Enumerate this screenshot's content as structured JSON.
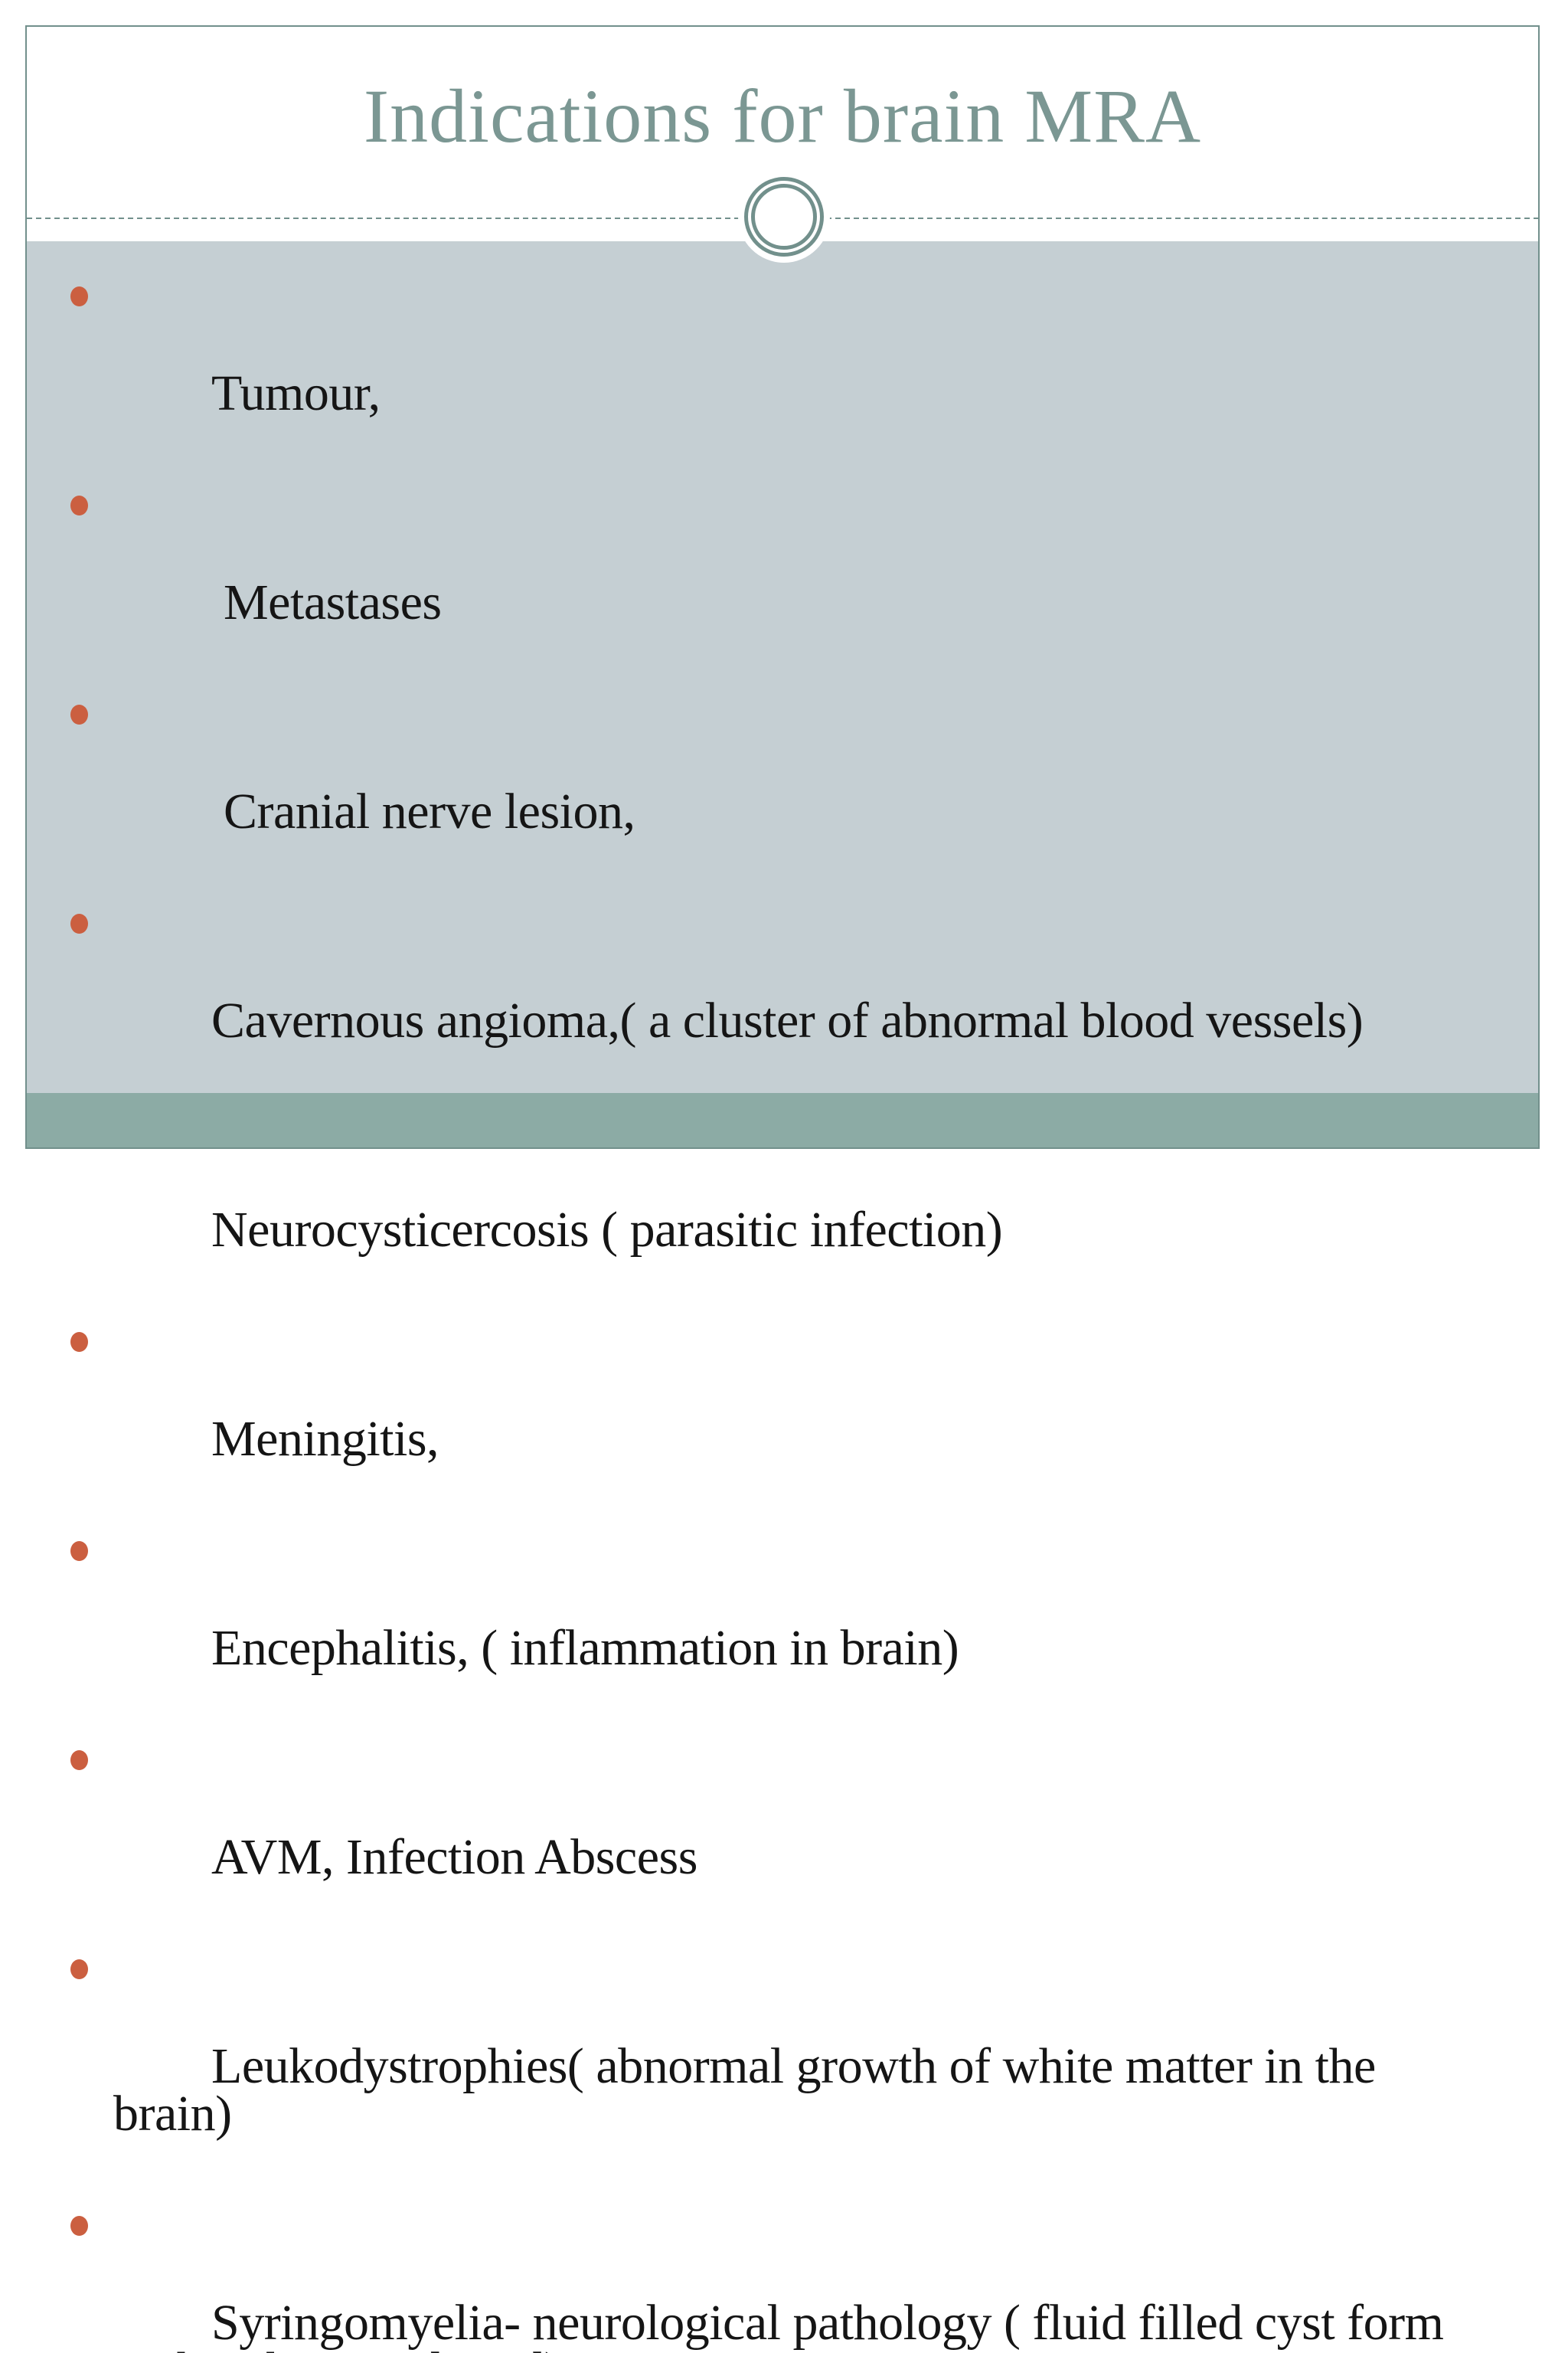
{
  "title": "Indications for brain MRA",
  "bullets": [
    "Tumour,",
    " Metastases",
    " Cranial nerve lesion,",
    "Cavernous angioma,( a cluster of abnormal blood vessels)",
    "Neurocysticercosis ( parasitic infection)",
    "Meningitis,",
    "Encephalitis, ( inflammation in brain)",
    "AVM, Infection Abscess",
    "Leukodystrophies( abnormal growth of white matter in the\nbrain)",
    "Syringomyelia- neurological pathology ( fluid filled cyst form\nwithin the spinal cord)"
  ],
  "ornament_icon": "double-circle",
  "colors": {
    "header-bg": "#ffffff",
    "body-bg": "#c5cfd3",
    "footer-bg": "#8caba5",
    "frame-border": "#72908c",
    "title-text": "#7b9793",
    "bullet": "#cb5f40",
    "body-text": "#151515"
  }
}
